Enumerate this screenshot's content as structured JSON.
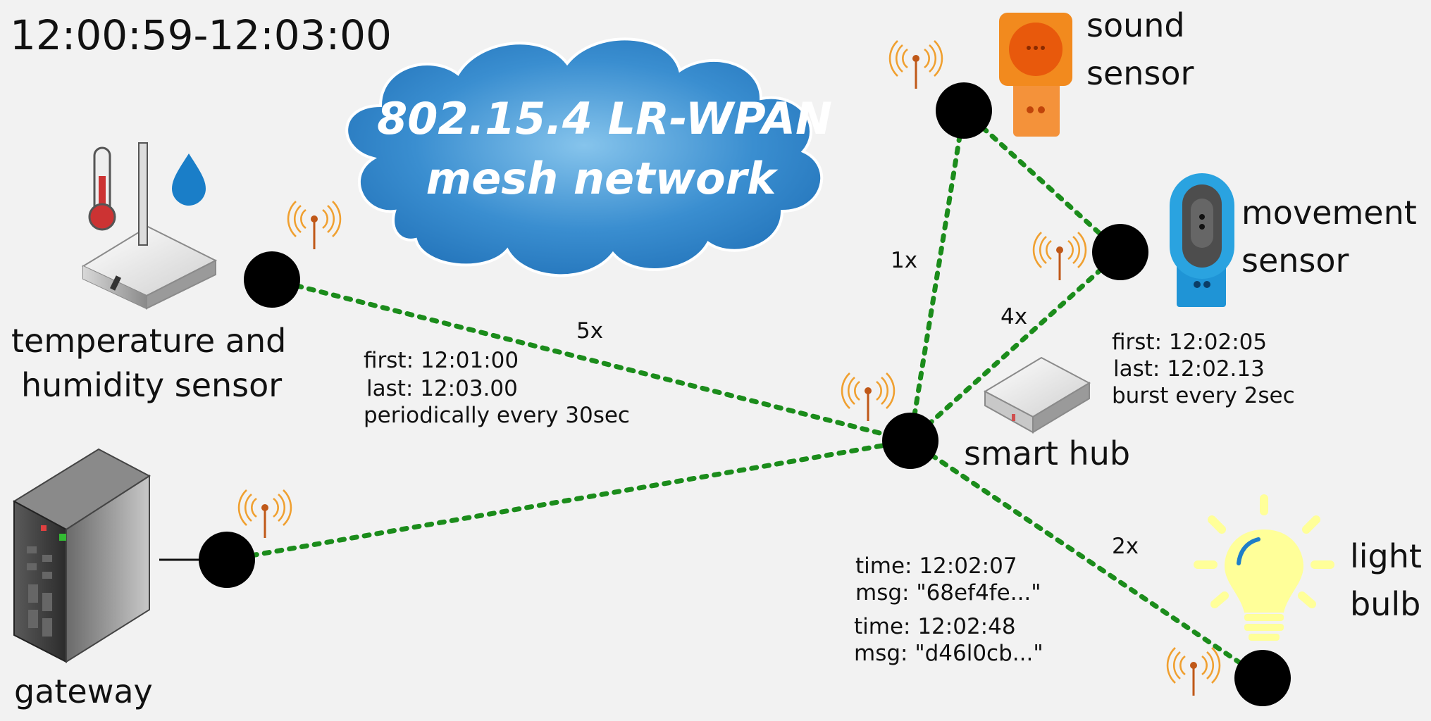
{
  "diagram": {
    "time_range": "12:00:59-12:03:00",
    "cloud": {
      "line1": "802.15.4 LR-WPAN",
      "line2": "mesh network"
    },
    "devices": {
      "temp": {
        "line1": "temperature and",
        "line2": "humidity sensor"
      },
      "gateway": {
        "line1": "gateway"
      },
      "sound": {
        "line1": "sound",
        "line2": "sensor"
      },
      "movement": {
        "line1": "movement",
        "line2": "sensor"
      },
      "hub": {
        "line1": "smart hub"
      },
      "bulb": {
        "line1": "light",
        "line2": "bulb"
      }
    },
    "edges": {
      "temp_hub": "5x",
      "sound_hub": "1x",
      "movement_hub": "4x",
      "hub_bulb": "2x"
    },
    "temp_info": {
      "first": "first: 12:01:00",
      "last": "last: 12:03.00",
      "period": "periodically every 30sec"
    },
    "movement_info": {
      "first": "first: 12:02:05",
      "last": "last: 12:02.13",
      "burst": "burst every 2sec"
    },
    "bulb_messages": [
      {
        "time": "time: 12:02:07",
        "msg": "msg: \"68ef4fe...\""
      },
      {
        "time": "time: 12:02:48",
        "msg": "msg: \"d46l0cb...\""
      }
    ]
  },
  "colors": {
    "background": "#f2f2f2",
    "link": "#1b8c1b",
    "cloud": "#2a80c8",
    "sound_sensor": "#f28a1e",
    "movement_sensor": "#2aa3e0",
    "antenna": "#f0a030",
    "bulb": "#ffff99"
  }
}
